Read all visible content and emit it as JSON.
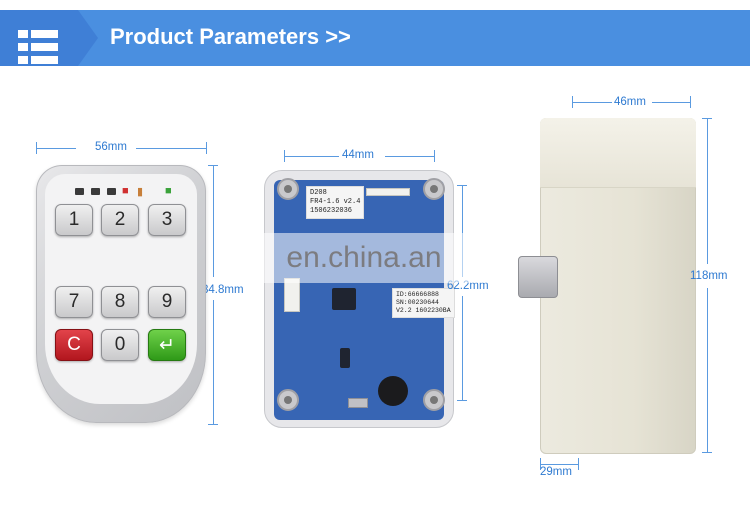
{
  "header": {
    "title": "Product Parameters >>"
  },
  "icons": {
    "menu": "list-icon"
  },
  "colors": {
    "header_blue": "#4a8fe0",
    "dimension_blue": "#2e7ad1"
  },
  "dimensions": {
    "keypad_width": "56mm",
    "keypad_height": "84.8mm",
    "pcb_width": "44mm",
    "pcb_height": "62.2mm",
    "lock_width": "46mm",
    "lock_height": "118mm",
    "lock_depth": "29mm"
  },
  "keypad": {
    "keys": [
      "1",
      "2",
      "3",
      "7",
      "8",
      "9",
      "C",
      "0",
      "↵"
    ]
  },
  "pcb": {
    "sticker_top": [
      "D208",
      "FR4-1.6 v2.4",
      "1506232036"
    ],
    "sticker_bottom": [
      "ID:66666888",
      "SN:00230644",
      "V2.2 1602230BA"
    ]
  },
  "watermark": "en.china.an"
}
